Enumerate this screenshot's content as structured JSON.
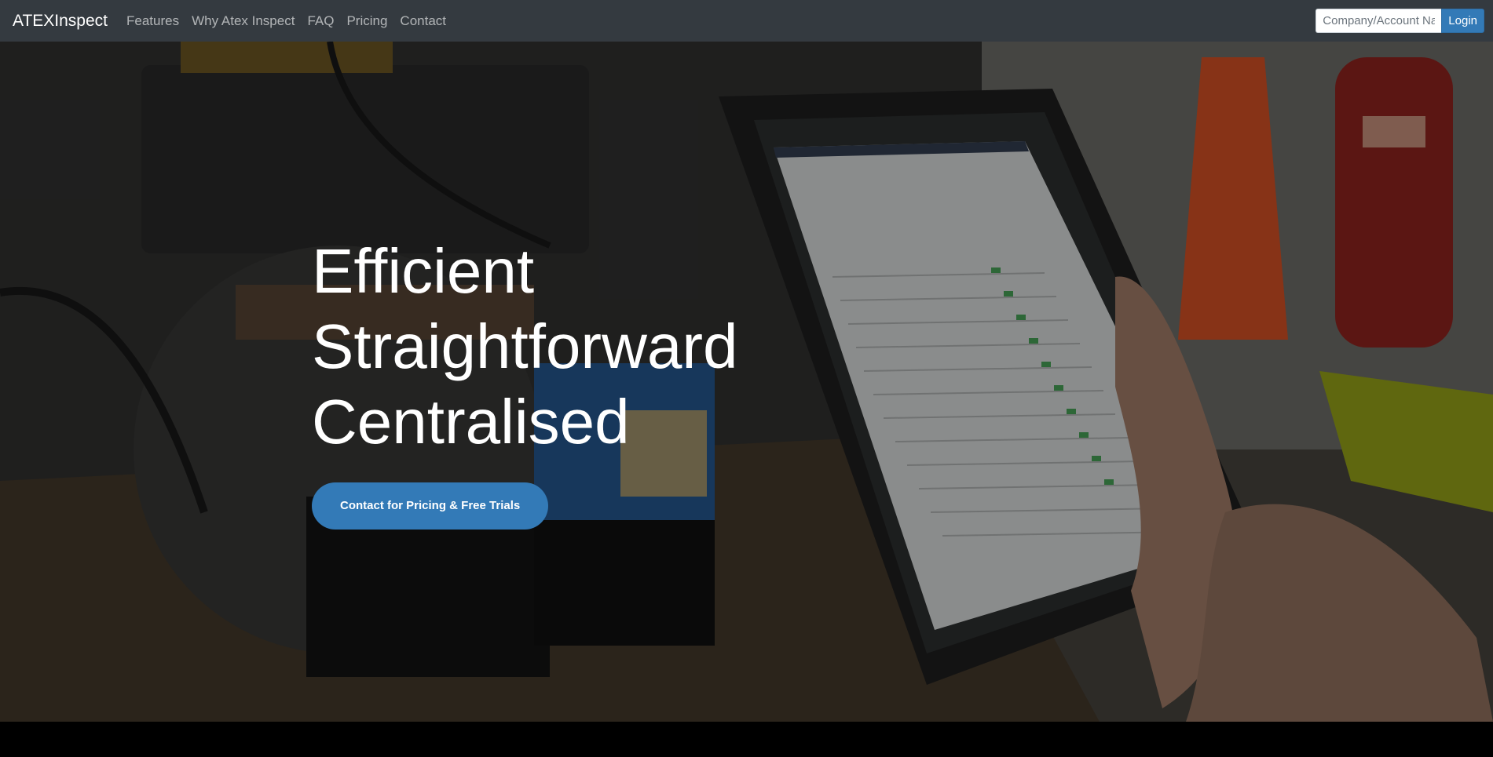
{
  "navbar": {
    "brand": "ATEXInspect",
    "links": [
      "Features",
      "Why Atex Inspect",
      "FAQ",
      "Pricing",
      "Contact"
    ],
    "login": {
      "placeholder": "Company/Account Name",
      "button_label": "Login"
    }
  },
  "hero": {
    "headline": [
      "Efficient",
      "Straightforward",
      "Centralised"
    ],
    "cta_label": "Contact for Pricing & Free Trials"
  },
  "colors": {
    "navbar_bg": "#343a40",
    "accent": "#337ab7"
  }
}
